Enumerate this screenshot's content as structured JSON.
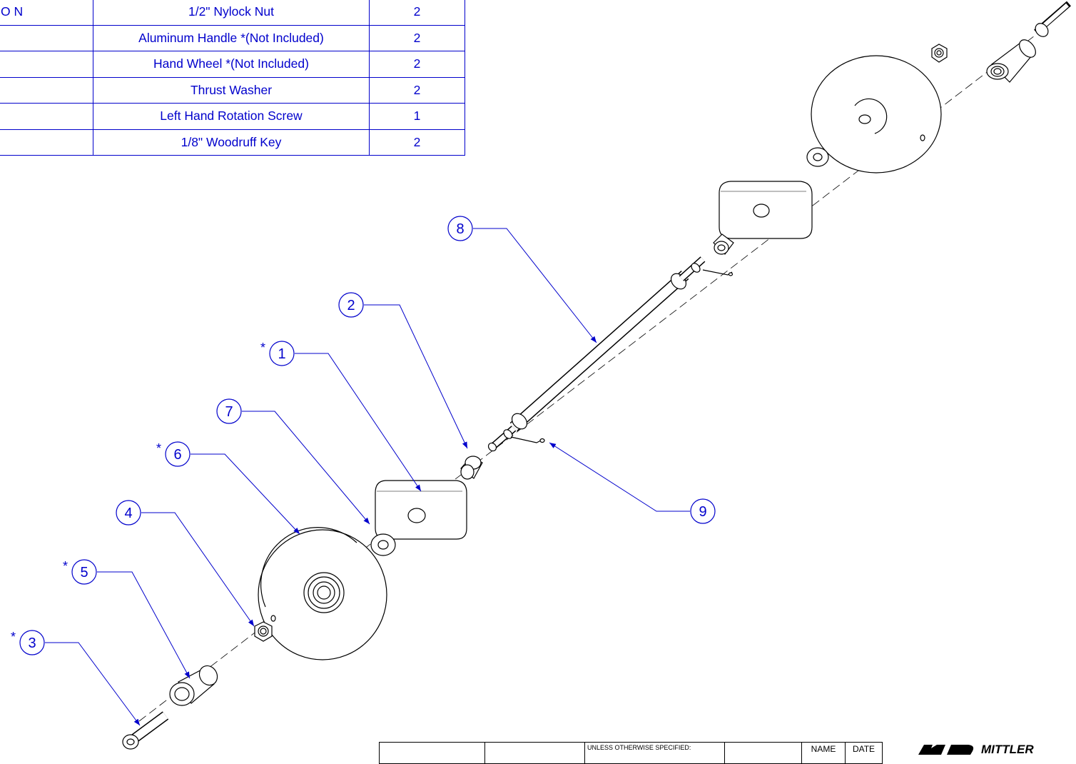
{
  "bom": {
    "rows": [
      {
        "part": "O N",
        "description": "1/2\" Nylock Nut",
        "qty": "2"
      },
      {
        "part": "",
        "description": "Aluminum Handle    *(Not Included)",
        "qty": "2"
      },
      {
        "part": "",
        "description": "Hand Wheel    *(Not Included)",
        "qty": "2"
      },
      {
        "part": "",
        "description": "Thrust  Washer",
        "qty": "2"
      },
      {
        "part": "",
        "description": "Left Hand Rotation Screw",
        "qty": "1"
      },
      {
        "part": "",
        "description": "1/8\" Woodruff Key",
        "qty": "2"
      }
    ]
  },
  "balloons": [
    {
      "number": "1",
      "starred": true
    },
    {
      "number": "2",
      "starred": false
    },
    {
      "number": "3",
      "starred": true
    },
    {
      "number": "4",
      "starred": false
    },
    {
      "number": "5",
      "starred": true
    },
    {
      "number": "6",
      "starred": true
    },
    {
      "number": "7",
      "starred": false
    },
    {
      "number": "8",
      "starred": false
    },
    {
      "number": "9",
      "starred": false
    }
  ],
  "balloon_star": "*",
  "title_block": {
    "unless_specified": "UNLESS OTHERWISE SPECIFIED:",
    "name_header": "NAME",
    "date_header": "DATE",
    "logo_text": "MITTLER"
  },
  "colors": {
    "annotation": "#0000cc",
    "linework": "#000000"
  }
}
